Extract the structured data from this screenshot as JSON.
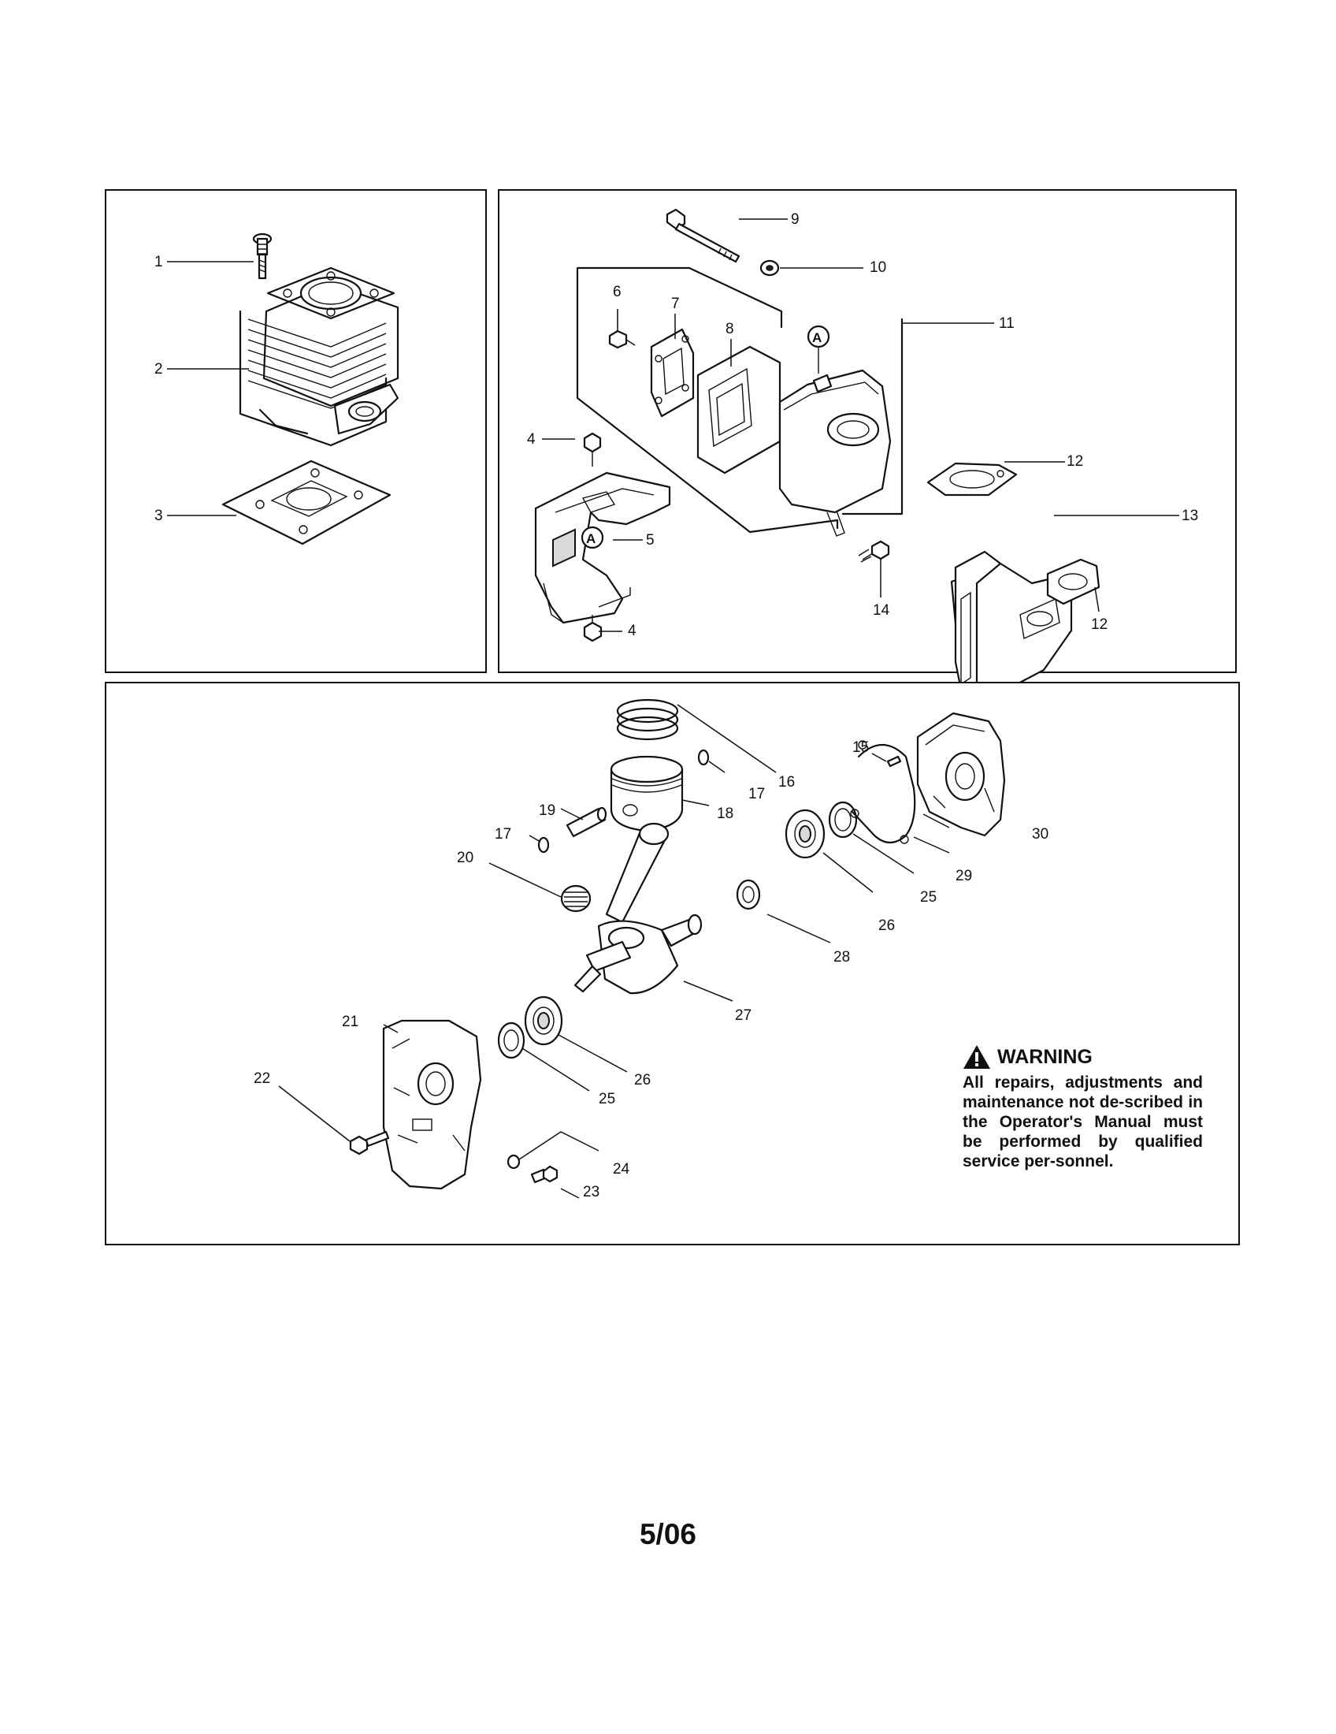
{
  "panels": {
    "cylinder": {
      "callouts": [
        "1",
        "2",
        "3"
      ]
    },
    "muffler": {
      "callouts": [
        "9",
        "10",
        "11",
        "6",
        "7",
        "8",
        "12",
        "4",
        "5",
        "4",
        "13",
        "14",
        "12"
      ],
      "marker": "A"
    },
    "crankcase": {
      "callouts": [
        "16",
        "15",
        "17",
        "19",
        "18",
        "17",
        "30",
        "20",
        "29",
        "25",
        "26",
        "28",
        "27",
        "21",
        "26",
        "22",
        "25",
        "24",
        "23"
      ]
    }
  },
  "warning": {
    "title": "WARNING",
    "body": "All repairs, adjustments and maintenance not de-scribed in the Operator's Manual must be performed by qualified service per-sonnel."
  },
  "page_number": "5/06"
}
